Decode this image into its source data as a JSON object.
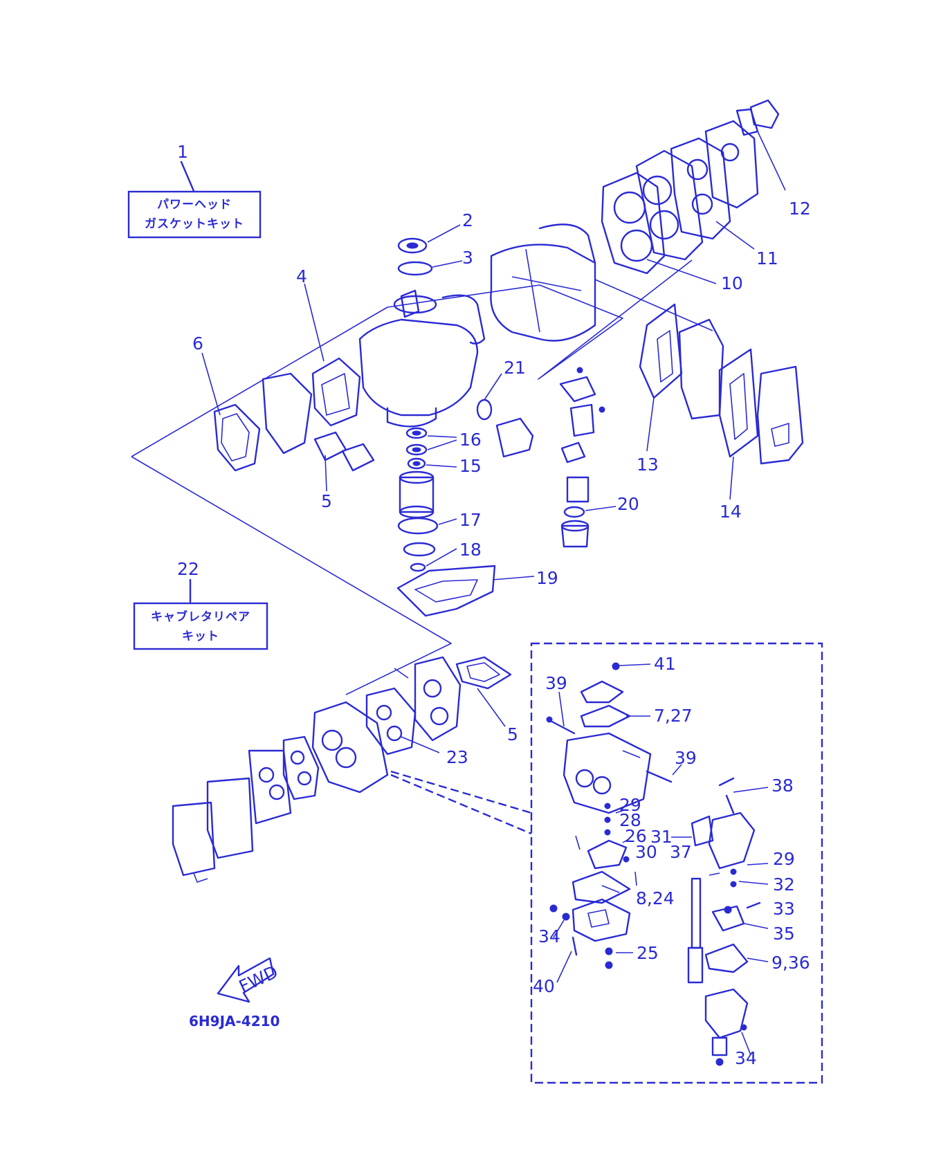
{
  "kits": {
    "power_head": {
      "number": "1",
      "line1": "パワーヘッド",
      "line2": "ガスケットキット"
    },
    "carburetor": {
      "number": "22",
      "line1": "キャブレタリペア",
      "line2": "キット"
    }
  },
  "callouts": {
    "c2": "2",
    "c3": "3",
    "c4": "4",
    "c5a": "5",
    "c5b": "5",
    "c6": "6",
    "c10": "10",
    "c11": "11",
    "c12": "12",
    "c13": "13",
    "c14": "14",
    "c15": "15",
    "c16": "16",
    "c17": "17",
    "c18": "18",
    "c19": "19",
    "c20": "20",
    "c21": "21",
    "c23": "23",
    "c25": "25",
    "c26": "26",
    "c28": "28",
    "c29a": "29",
    "c29b": "29",
    "c30": "30",
    "c31": "31",
    "c32": "32",
    "c33": "33",
    "c34a": "34",
    "c34b": "34",
    "c35": "35",
    "c37": "37",
    "c38": "38",
    "c39a": "39",
    "c39b": "39",
    "c40": "40",
    "c41": "41",
    "c7_27": "7,27",
    "c8_24": "8,24",
    "c9_36": "9,36"
  },
  "fwd_label": "FWD",
  "diagram_code": "6H9JA-4210",
  "colors": {
    "ink": "#2a2ad4",
    "background": "#ffffff"
  }
}
